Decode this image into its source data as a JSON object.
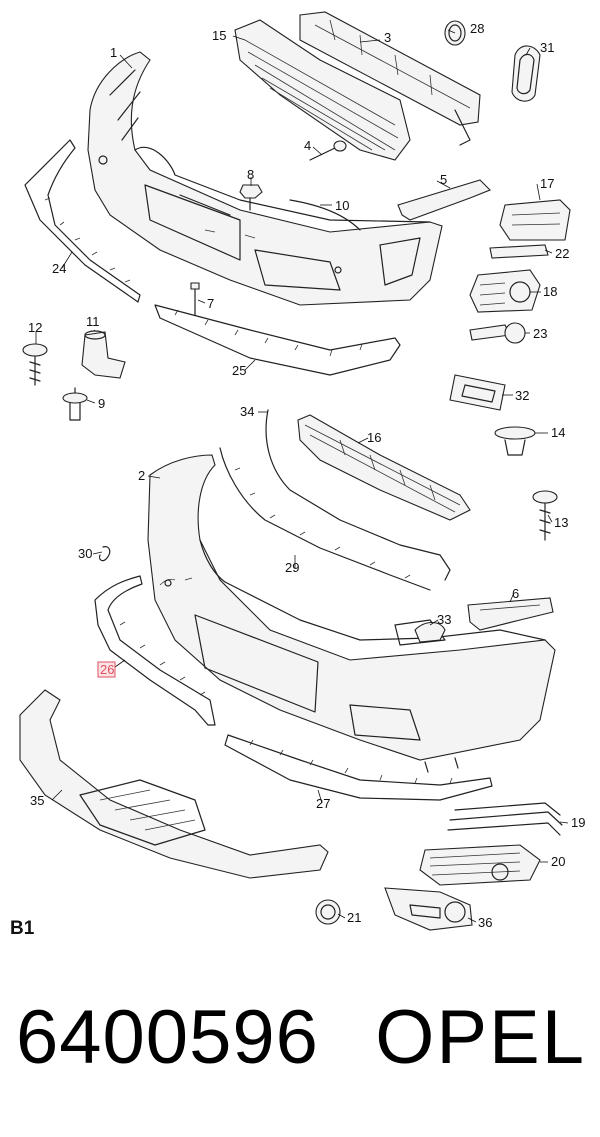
{
  "diagram": {
    "callouts": [
      "1",
      "2",
      "3",
      "4",
      "5",
      "6",
      "7",
      "8",
      "9",
      "10",
      "11",
      "12",
      "13",
      "14",
      "15",
      "16",
      "17",
      "18",
      "19",
      "20",
      "21",
      "22",
      "23",
      "24",
      "25",
      "26",
      "27",
      "28",
      "29",
      "30",
      "31",
      "32",
      "33",
      "34",
      "35",
      "36"
    ],
    "highlighted_callout": "26",
    "section_label": "B1"
  },
  "footer": {
    "part_number": "6400596",
    "brand": "OPEL"
  }
}
